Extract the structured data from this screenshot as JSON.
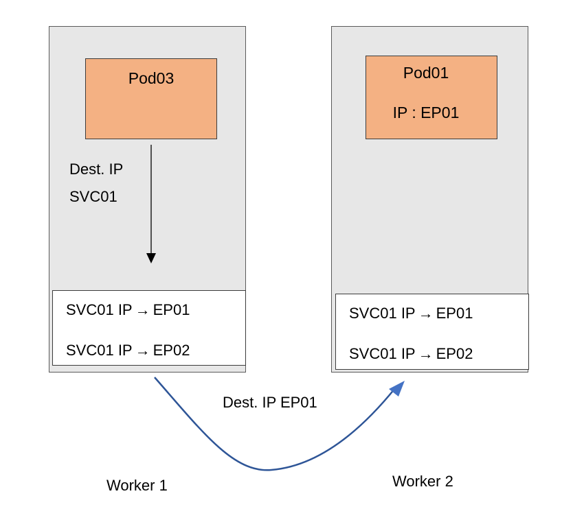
{
  "workers": [
    {
      "label": "Worker 1",
      "pod": {
        "name": "Pod03",
        "ip": ""
      },
      "rules": [
        {
          "from": "SVC01 IP",
          "to": "EP01"
        },
        {
          "from": "SVC01 IP",
          "to": "EP02"
        }
      ]
    },
    {
      "label": "Worker 2",
      "pod": {
        "name": "Pod01",
        "ip": "IP : EP01"
      },
      "rules": [
        {
          "from": "SVC01 IP",
          "to": "EP01"
        },
        {
          "from": "SVC01 IP",
          "to": "EP02"
        }
      ]
    }
  ],
  "flow": {
    "local_label_line1": "Dest. IP",
    "local_label_line2": "SVC01",
    "cross_label": "Dest. IP EP01"
  },
  "arrow_glyph": "→",
  "colors": {
    "worker_fill": "#e7e7e7",
    "pod_fill": "#f4b183",
    "curve_arrow": "#2e5597",
    "down_arrow": "#000000"
  }
}
